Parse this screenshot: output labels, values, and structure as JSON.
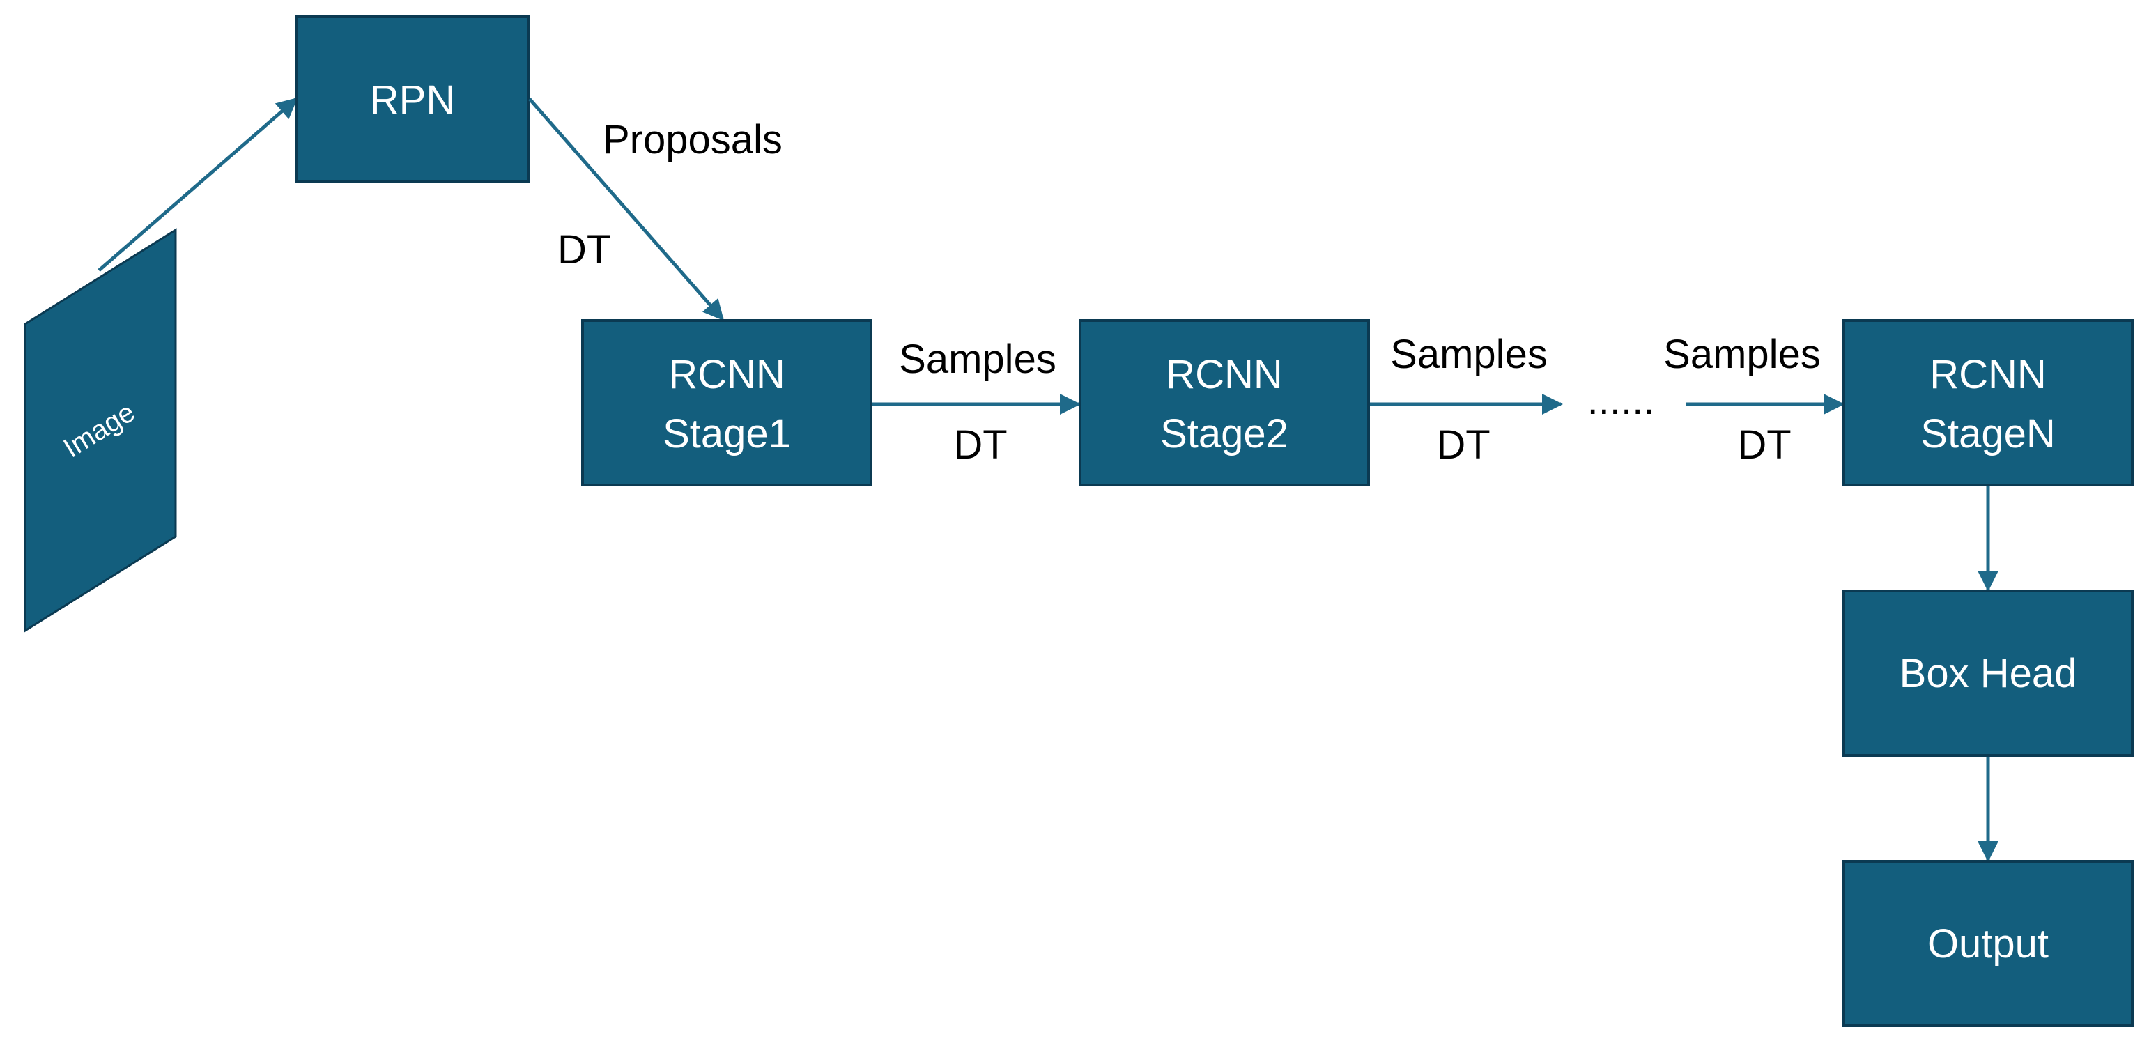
{
  "diagram": {
    "image_label": "Image",
    "nodes": {
      "rpn": "RPN",
      "stage1": [
        "RCNN",
        "Stage1"
      ],
      "stage2": [
        "RCNN",
        "Stage2"
      ],
      "stageN": [
        "RCNN",
        "StageN"
      ],
      "box_head": "Box Head",
      "output": "Output"
    },
    "edges": {
      "rpn_to_stage1": [
        "Proposals",
        "DT"
      ],
      "stage1_to_stage2": [
        "Samples",
        "DT"
      ],
      "stage2_to_dots": [
        "Samples",
        "DT"
      ],
      "dots_to_stageN": [
        "Samples",
        "DT"
      ]
    },
    "ellipsis": "......",
    "colors": {
      "node_fill": "#135e7d",
      "node_border": "#0b3a52",
      "arrow": "#1f6a8a"
    }
  }
}
